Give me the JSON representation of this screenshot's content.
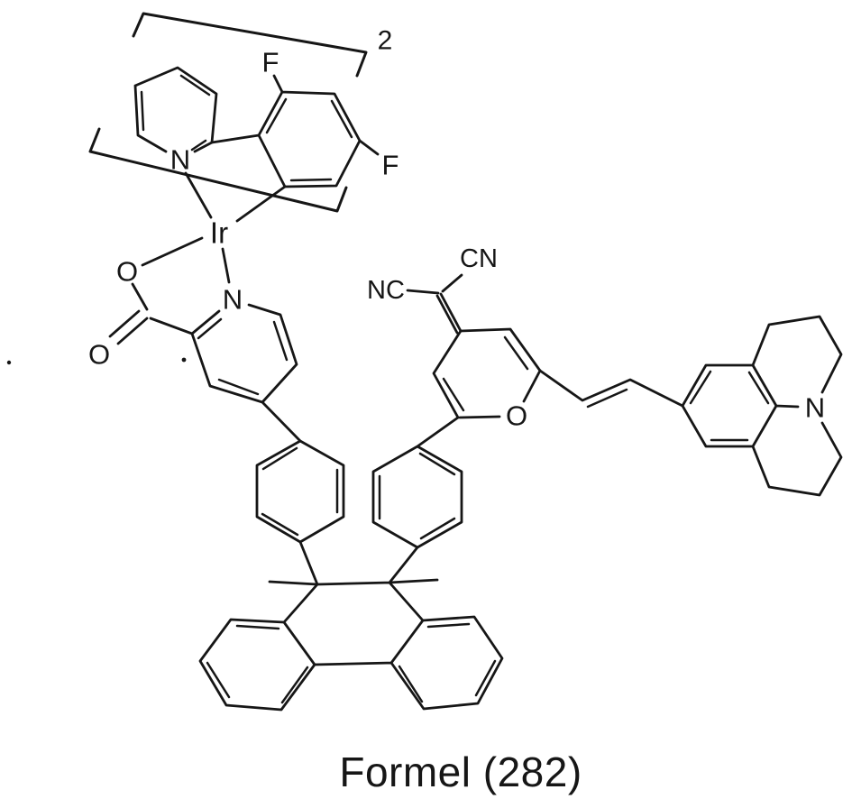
{
  "figure": {
    "caption": "Formel (282)",
    "bracket": {
      "subscript": "2"
    },
    "atoms": {
      "fluorine_top": "F",
      "fluorine_side": "F",
      "pyridine_nitrogen": "N",
      "iridium": "Ir",
      "carboxylate_oxygen": "O",
      "carbonyl_oxygen": "O",
      "picolinate_nitrogen": "N",
      "nitrile_left": "NC",
      "nitrile_right": "CN",
      "pyran_oxygen": "O",
      "julolidine_nitrogen": "N"
    },
    "colors": {
      "ink": "#161616",
      "background": "#ffffff"
    }
  }
}
